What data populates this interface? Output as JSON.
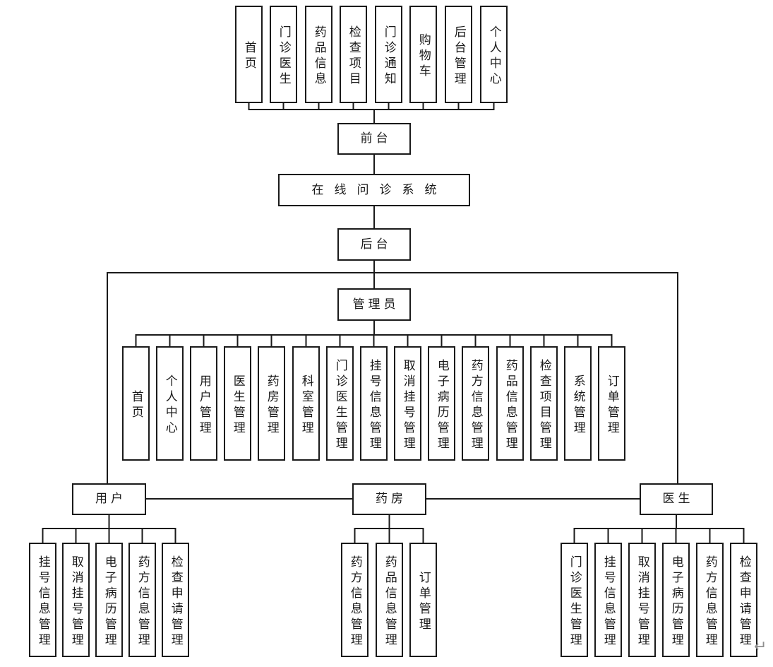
{
  "diagram": {
    "title": "在线问诊系统",
    "front": {
      "label": "前台",
      "items": [
        "首页",
        "门诊医生",
        "药品信息",
        "检查项目",
        "门诊通知",
        "购物车",
        "后台管理",
        "个人中心"
      ]
    },
    "back": {
      "label": "后台",
      "admin": {
        "label": "管理员",
        "items": [
          "首页",
          "个人中心",
          "用户管理",
          "医生管理",
          "药房管理",
          "科室管理",
          "门诊医生管理",
          "挂号信息管理",
          "取消挂号管理",
          "电子病历管理",
          "药方信息管理",
          "药品信息管理",
          "检查项目管理",
          "系统管理",
          "订单管理"
        ]
      },
      "roles": [
        {
          "label": "用户",
          "items": [
            "挂号信息管理",
            "取消挂号管理",
            "电子病历管理",
            "药方信息管理",
            "检查申请管理"
          ]
        },
        {
          "label": "药房",
          "items": [
            "药方信息管理",
            "药品信息管理",
            "订单管理"
          ]
        },
        {
          "label": "医生",
          "items": [
            "门诊医生管理",
            "挂号信息管理",
            "取消挂号管理",
            "电子病历管理",
            "药方信息管理",
            "检查申请管理"
          ]
        }
      ]
    }
  },
  "artifacts": {
    "return_mark": "↵"
  },
  "colors": {
    "line": "#1a1a1a",
    "background": "#ffffff",
    "return_mark": "#8f8f8f"
  }
}
